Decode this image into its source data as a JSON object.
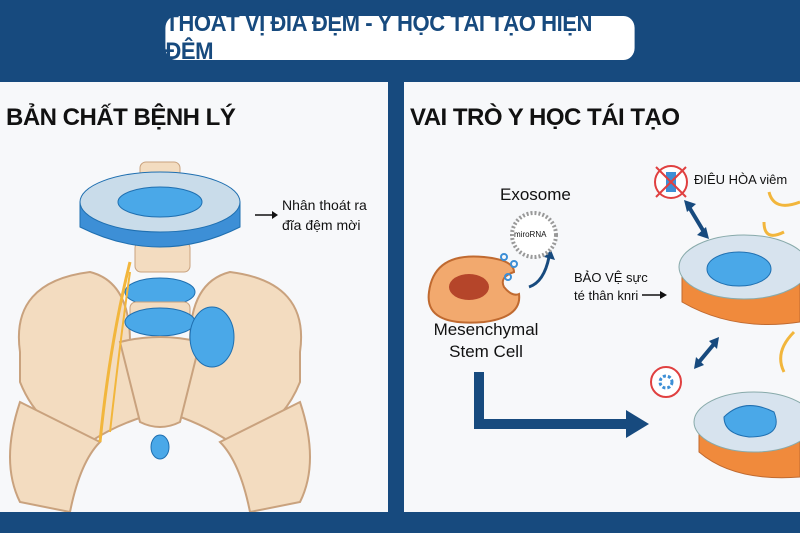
{
  "title": "THOÁT VỊ ĐĨA ĐỆM - Y HỌC TÁI TẠO HIỆN ĐỆM",
  "left_panel": {
    "heading": "BẢN CHẤT BỆNH LÝ",
    "annotation_line1": "Nhân thoát ra",
    "annotation_line2": "đĩa đệm mời"
  },
  "right_panel": {
    "heading": "VAI TRÒ Y HỌC TÁI TẠO",
    "exosome_label": "Exosome",
    "mirna_label": "miroRNA",
    "cell_label_line1": "Mesenchymal",
    "cell_label_line2": "Stem Cell",
    "protect_line1": "BẢO VỆ sực",
    "protect_line2": "té thân knri",
    "inflammation_label": "ĐIÊU HÒA viêm"
  },
  "colors": {
    "brand_blue": "#174a7e",
    "disc_blue": "#4aa8e8",
    "cell_orange": "#f2a96e",
    "bone": "#f3dcc0"
  }
}
